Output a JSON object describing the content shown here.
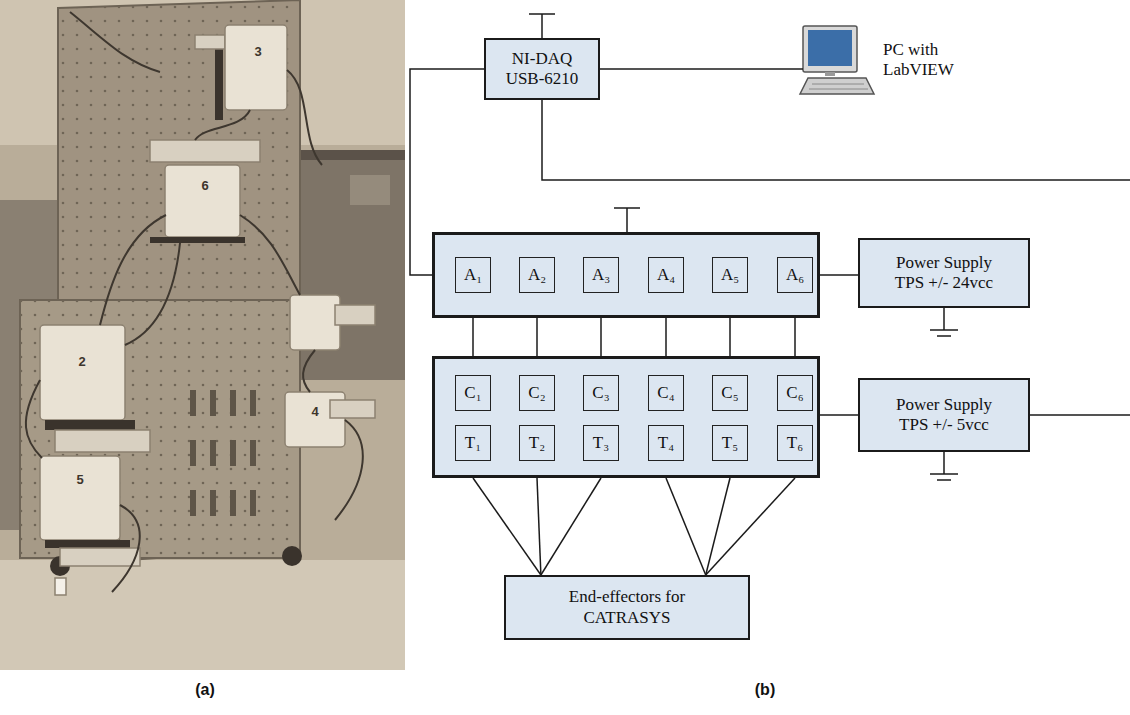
{
  "diagram": {
    "nodes": [
      {
        "text": [
          "NI-DAQ USB-6210"
        ]
      },
      {
        "text": [
          "PC with LabVIEW"
        ]
      },
      {
        "text": []
      },
      {
        "text": [
          "A₁"
        ],
        "in": 2
      },
      {
        "text": [
          "A₂"
        ],
        "in": 2
      },
      {
        "text": [
          "A₃"
        ],
        "in": 2
      },
      {
        "text": [
          "A₄"
        ],
        "in": 2
      },
      {
        "text": [
          "A₅"
        ],
        "in": 2
      },
      {
        "text": [
          "A₆"
        ],
        "in": 2
      },
      {
        "text": [
          "Power Supply TPS +/- 24vcc"
        ]
      },
      {
        "text": []
      },
      {
        "text": [
          "C₁"
        ],
        "in": 10
      },
      {
        "text": [
          "C₂"
        ],
        "in": 10
      },
      {
        "text": [
          "C₃"
        ],
        "in": 10
      },
      {
        "text": [
          "C₄"
        ],
        "in": 10
      },
      {
        "text": [
          "C₅"
        ],
        "in": 10
      },
      {
        "text": [
          "C₆"
        ],
        "in": 10
      },
      {
        "text": [
          "T₁"
        ],
        "in": 10
      },
      {
        "text": [
          "T₂"
        ],
        "in": 10
      },
      {
        "text": [
          "T₃"
        ],
        "in": 10
      },
      {
        "text": [
          "T₄"
        ],
        "in": 10
      },
      {
        "text": [
          "T₅"
        ],
        "in": 10
      },
      {
        "text": [
          "T₆"
        ],
        "in": 10
      },
      {
        "text": [
          "Power Supply TPS +/- 5vcc"
        ]
      },
      {
        "text": [
          "End-effectors for CATRASYS"
        ]
      }
    ],
    "edges": [
      {
        "from": 0,
        "to": 1,
        "arrow": "none"
      },
      {
        "from": 0,
        "to": 2,
        "arrow": "none"
      },
      {
        "from": 2,
        "to": 10,
        "arrow": "none"
      },
      {
        "from": 2,
        "to": 10,
        "arrow": "none"
      },
      {
        "from": 2,
        "to": 10,
        "arrow": "none"
      },
      {
        "from": 2,
        "to": 10,
        "arrow": "none"
      },
      {
        "from": 2,
        "to": 10,
        "arrow": "none"
      },
      {
        "from": 2,
        "to": 10,
        "arrow": "none"
      },
      {
        "from": 2,
        "to": 9,
        "arrow": "none"
      },
      {
        "from": 10,
        "to": 23,
        "arrow": "none"
      },
      {
        "from": 10,
        "to": 24,
        "arrow": "none"
      },
      {
        "from": 10,
        "to": 24,
        "arrow": "none"
      },
      {
        "from": 10,
        "to": 24,
        "arrow": "none"
      },
      {
        "from": 10,
        "to": 24,
        "arrow": "none"
      },
      {
        "from": 10,
        "to": 24,
        "arrow": "none"
      },
      {
        "from": 10,
        "to": 24,
        "arrow": "none"
      }
    ],
    "labels": [
      "3",
      "6",
      "2",
      "4",
      "5",
      "(a)",
      "(b)"
    ]
  }
}
